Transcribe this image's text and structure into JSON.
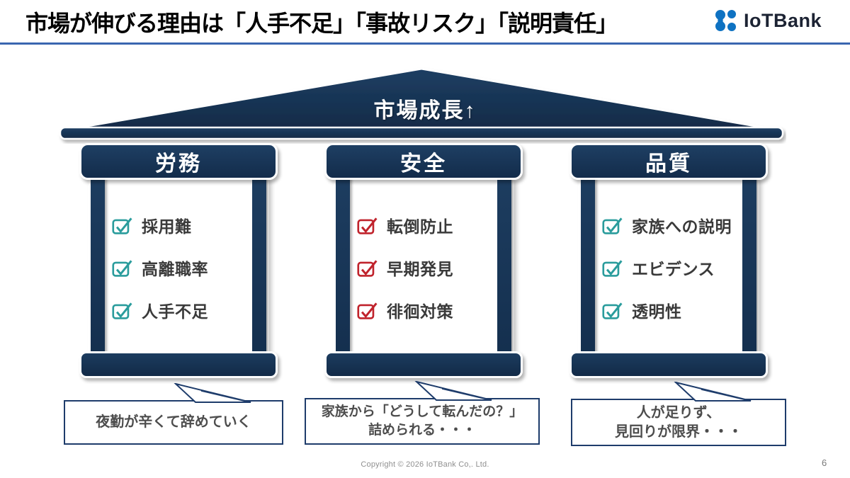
{
  "title": "市場が伸びる理由は「人手不足」「事故リスク」「説明責任」",
  "logo": {
    "text": "IoTBank"
  },
  "roof": {
    "label": "市場成長↑"
  },
  "pillars": [
    {
      "title": "労務",
      "check_color": "#2a9c9c",
      "items": [
        "採用難",
        "高離職率",
        "人手不足"
      ],
      "callout_lines": [
        "夜勤が辛くて辞めていく"
      ]
    },
    {
      "title": "安全",
      "check_color": "#c0232c",
      "items": [
        "転倒防止",
        "早期発見",
        "徘徊対策"
      ],
      "callout_lines": [
        "家族から「どうして転んだの？」",
        "詰められる・・・"
      ]
    },
    {
      "title": "品質",
      "check_color": "#2a9c9c",
      "items": [
        "家族への説明",
        "エビデンス",
        "透明性"
      ],
      "callout_lines": [
        "人が足りず、",
        "見回りが限界・・・"
      ]
    }
  ],
  "footer": {
    "copyright": "Copyright © 2026 IoTBank Co,. Ltd.",
    "page_number": "6"
  },
  "colors": {
    "navy": "#16314f",
    "rule_blue": "#3a66b0",
    "logo_blue": "#0e72c2",
    "teal_check": "#2a9c9c",
    "red_check": "#c0232c",
    "item_text": "#3a3a3a",
    "callout_border": "#1e3c6b",
    "callout_text": "#4d4d4d"
  }
}
